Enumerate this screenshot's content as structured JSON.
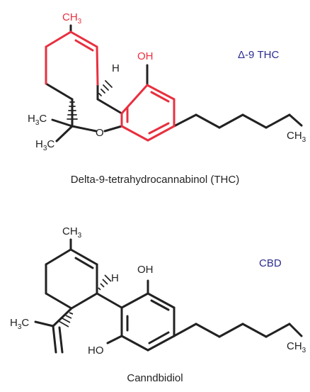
{
  "thc": {
    "tag": "Δ-9 THC",
    "caption": "Delta-9-tetrahydrocannabinol (THC)",
    "labels": {
      "ch3_top": "CH",
      "oh": "OH",
      "h": "H",
      "o": "O",
      "h3c_1": "H",
      "h3c_2": "H",
      "ch3_tail": "CH",
      "c": "C",
      "sub3": "3"
    }
  },
  "cbd": {
    "tag": "CBD",
    "caption": "Canndbidiol",
    "labels": {
      "ch3_top": "CH",
      "oh": "OH",
      "h": "H",
      "ho": "HO",
      "h3c": "H",
      "ch3_tail": "CH",
      "c": "C",
      "sub3": "3"
    }
  },
  "colors": {
    "highlight": "#e8303f",
    "bond": "#222222",
    "tag": "#2c2c8f",
    "text": "#222222"
  }
}
